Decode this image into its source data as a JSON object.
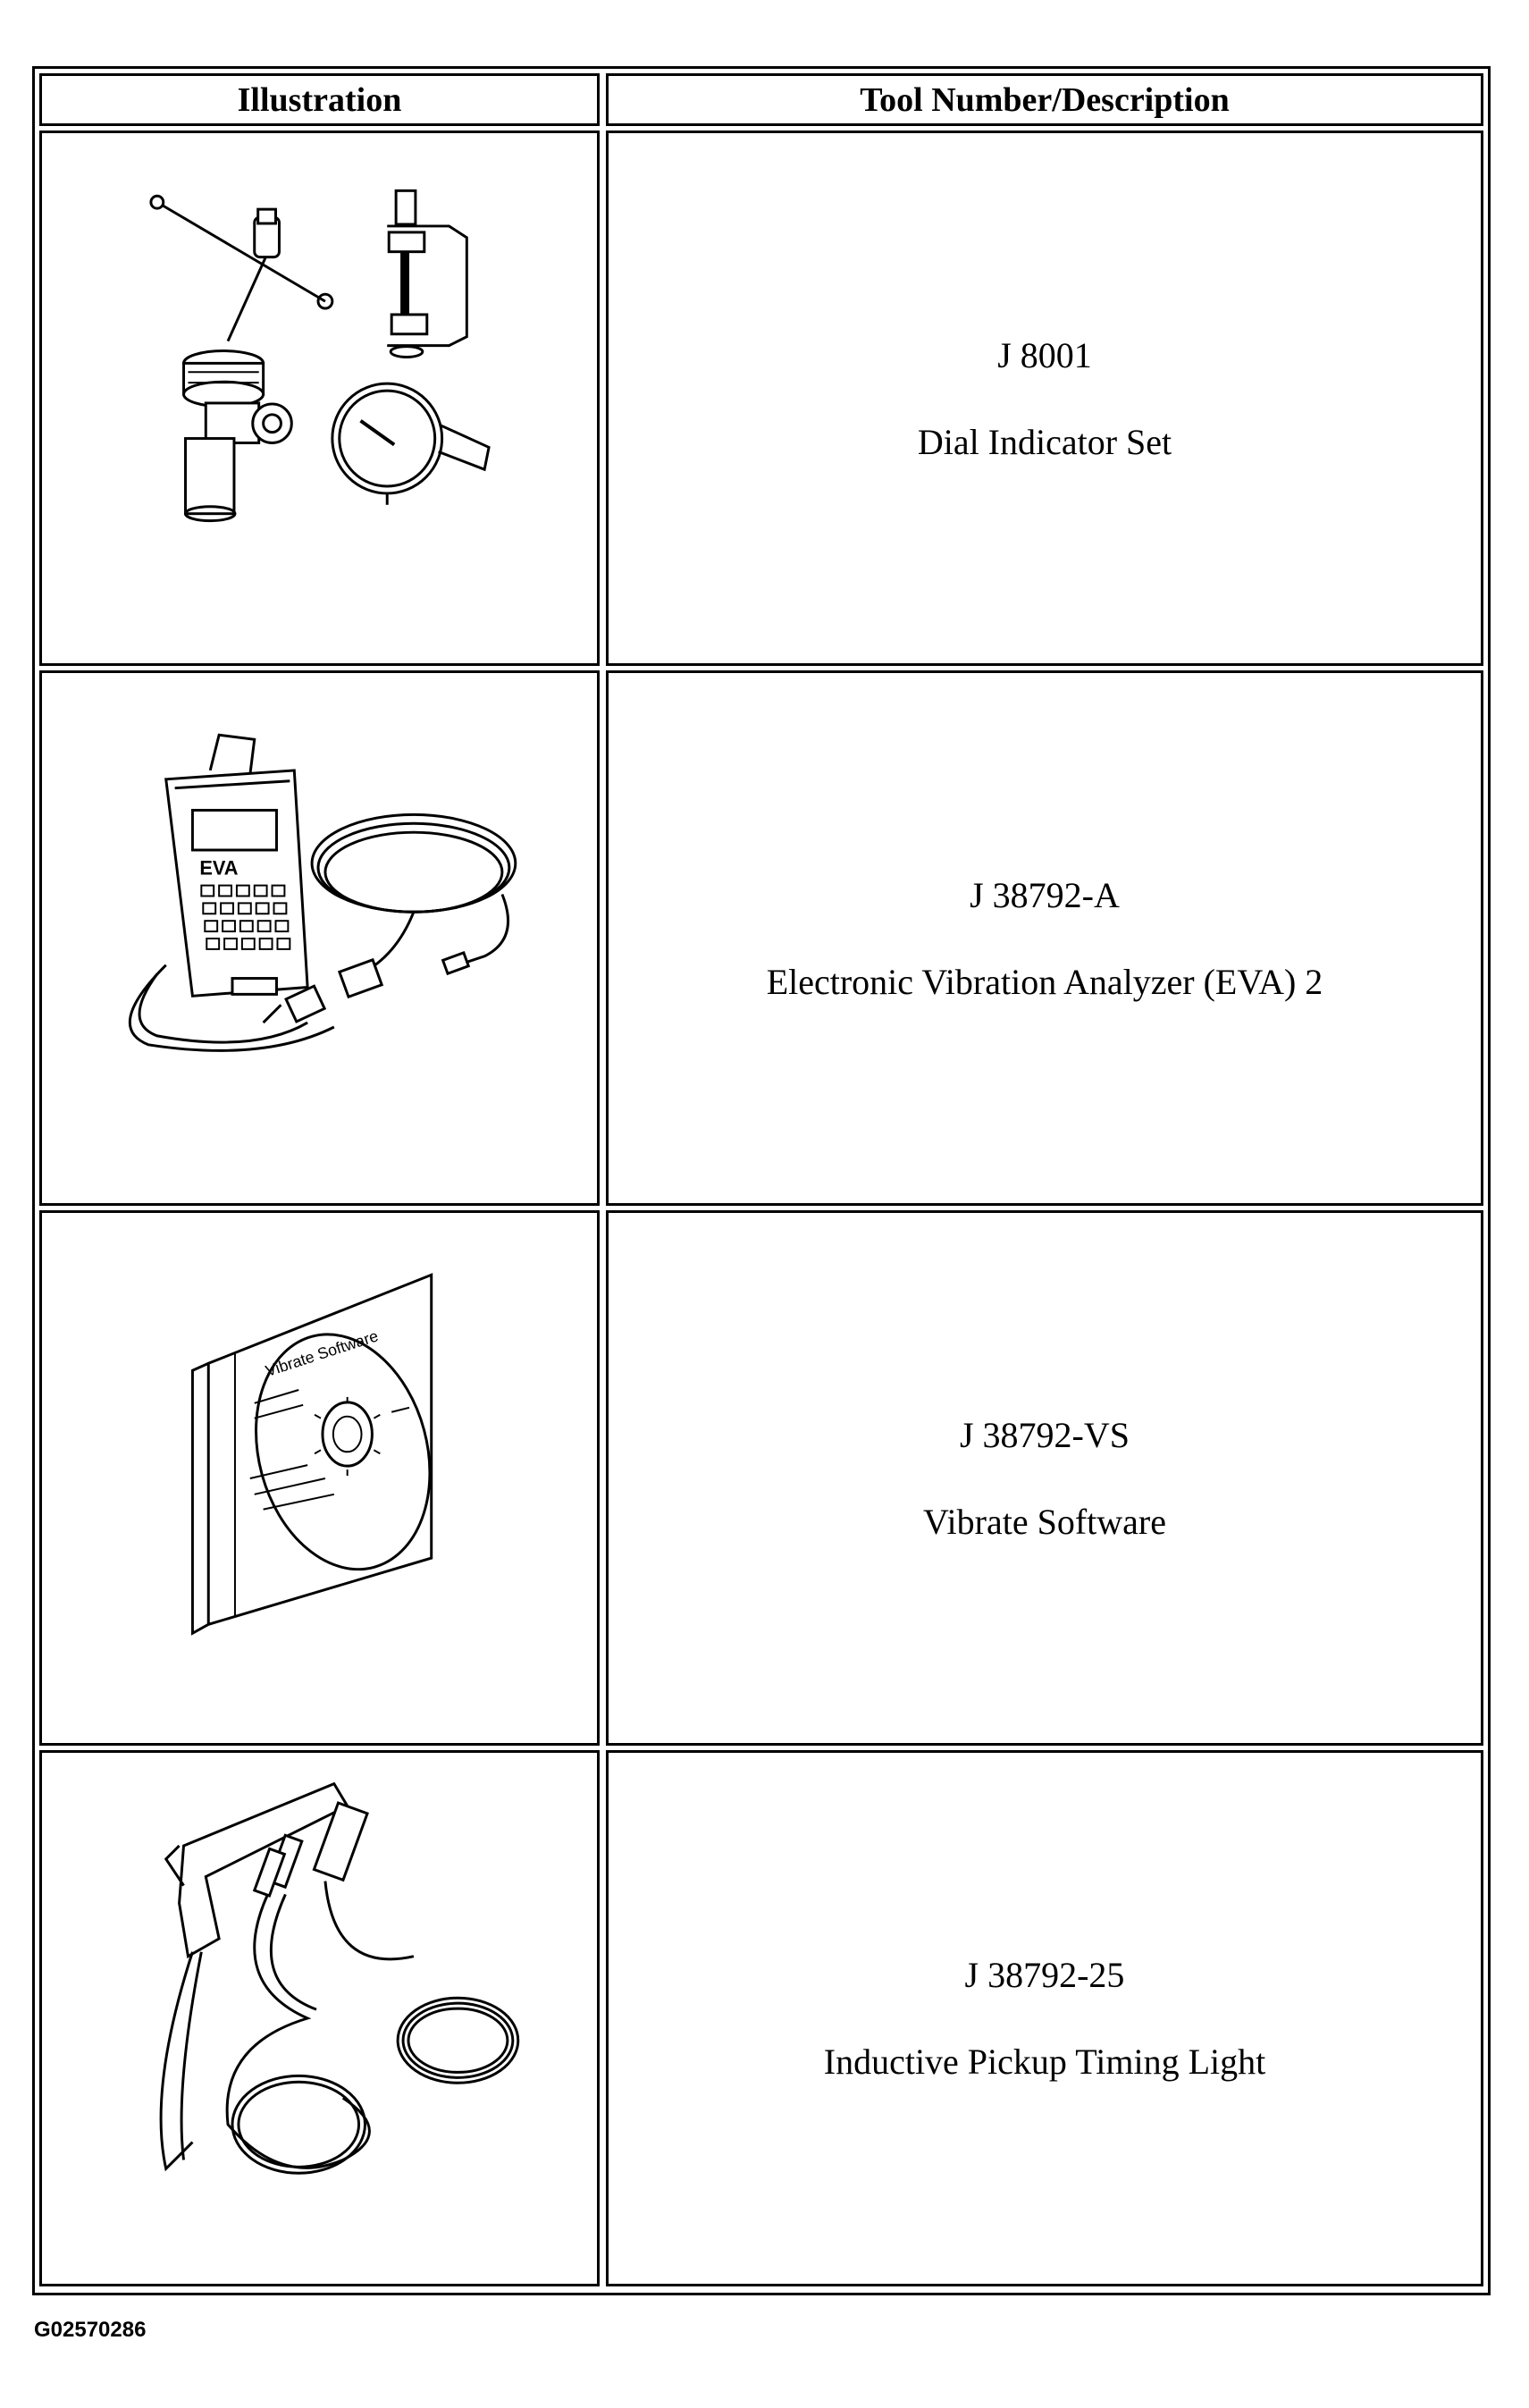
{
  "table": {
    "headers": {
      "illustration": "Illustration",
      "tool": "Tool Number/Description"
    },
    "rows": [
      {
        "number": "J 8001",
        "description": "Dial Indicator Set",
        "icon": "dial-indicator-set-icon"
      },
      {
        "number": "J 38792-A",
        "description": "Electronic Vibration Analyzer (EVA) 2",
        "icon": "vibration-analyzer-icon"
      },
      {
        "number": "J 38792-VS",
        "description": "Vibrate Software",
        "icon": "software-cd-icon"
      },
      {
        "number": "J 38792-25",
        "description": "Inductive Pickup Timing Light",
        "icon": "timing-light-icon"
      }
    ],
    "cd_label": "Vibrate Software",
    "analyzer_label": "EVA"
  },
  "figure_code": "G02570286"
}
